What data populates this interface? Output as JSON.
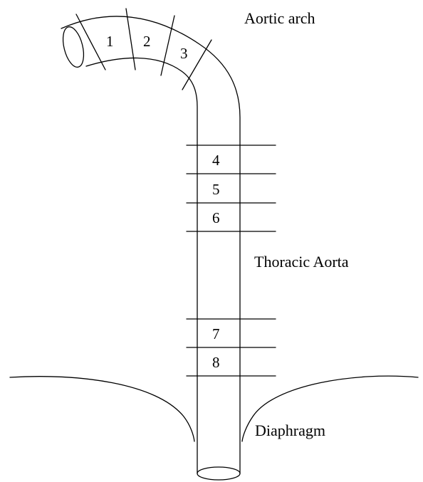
{
  "diagram": {
    "labels": {
      "aortic_arch": "Aortic arch",
      "thoracic_aorta": "Thoracic Aorta",
      "diaphragm": "Diaphragm"
    },
    "segments": [
      "1",
      "2",
      "3",
      "4",
      "5",
      "6",
      "7",
      "8"
    ],
    "colors": {
      "stroke": "#000000",
      "background": "#ffffff"
    }
  }
}
